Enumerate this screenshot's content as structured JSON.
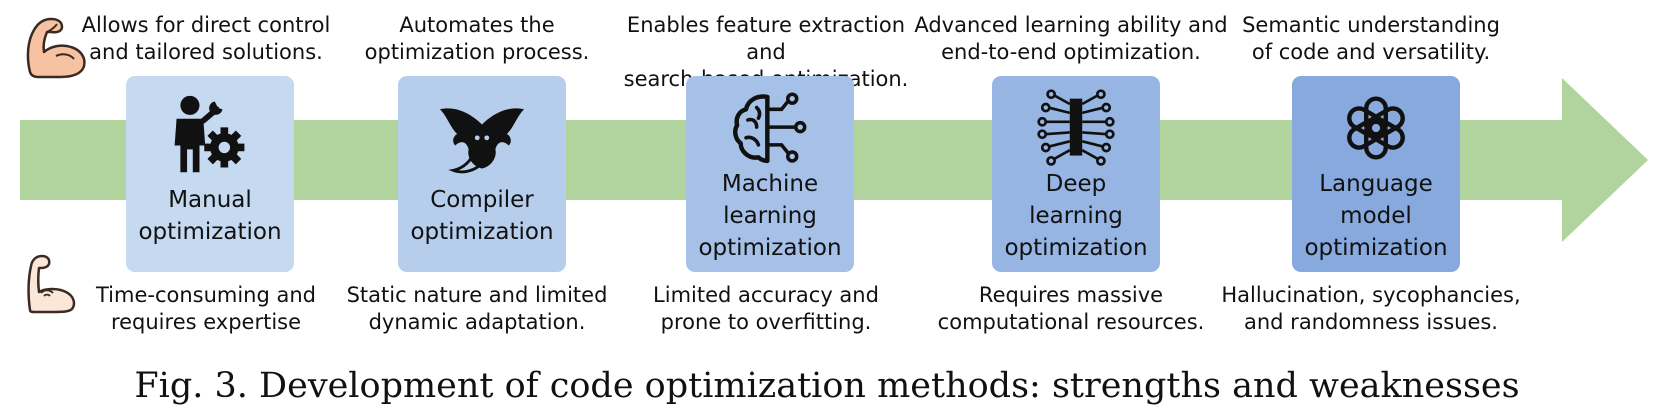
{
  "colors": {
    "arrow": "#b1d49e",
    "card_1": "#c5d9f1",
    "card_2": "#b6cdec",
    "card_3": "#a6c1e8",
    "card_4": "#97b5e3",
    "card_5": "#87a9de"
  },
  "icons": {
    "strength": "flexed-bicep-icon",
    "weakness": "weak-arm-icon"
  },
  "stages": [
    {
      "label": "Manual\noptimization",
      "icon": "engineer-with-gear-icon",
      "strength": "Allows for direct control\nand tailored solutions.",
      "weakness": "Time-consuming and\nrequires expertise"
    },
    {
      "label": "Compiler\noptimization",
      "icon": "dragon-icon",
      "strength": "Automates the\noptimization process.",
      "weakness": "Static nature and limited\ndynamic adaptation."
    },
    {
      "label": "Machine\nlearning\noptimization",
      "icon": "ai-brain-circuit-icon",
      "strength": "Enables feature extraction and\nsearch-based optimization.",
      "weakness": "Limited accuracy and\nprone to overfitting."
    },
    {
      "label": "Deep\nlearning\noptimization",
      "icon": "neural-network-chip-icon",
      "strength": "Advanced learning ability and\nend-to-end optimization.",
      "weakness": "Requires massive\ncomputational resources."
    },
    {
      "label": "Language\nmodel\noptimization",
      "icon": "openai-knot-icon",
      "strength": "Semantic understanding\nof code and versatility.",
      "weakness": "Hallucination, sycophancies,\nand randomness issues."
    }
  ],
  "caption": "Fig. 3.  Development of code optimization methods: strengths and weaknesses"
}
